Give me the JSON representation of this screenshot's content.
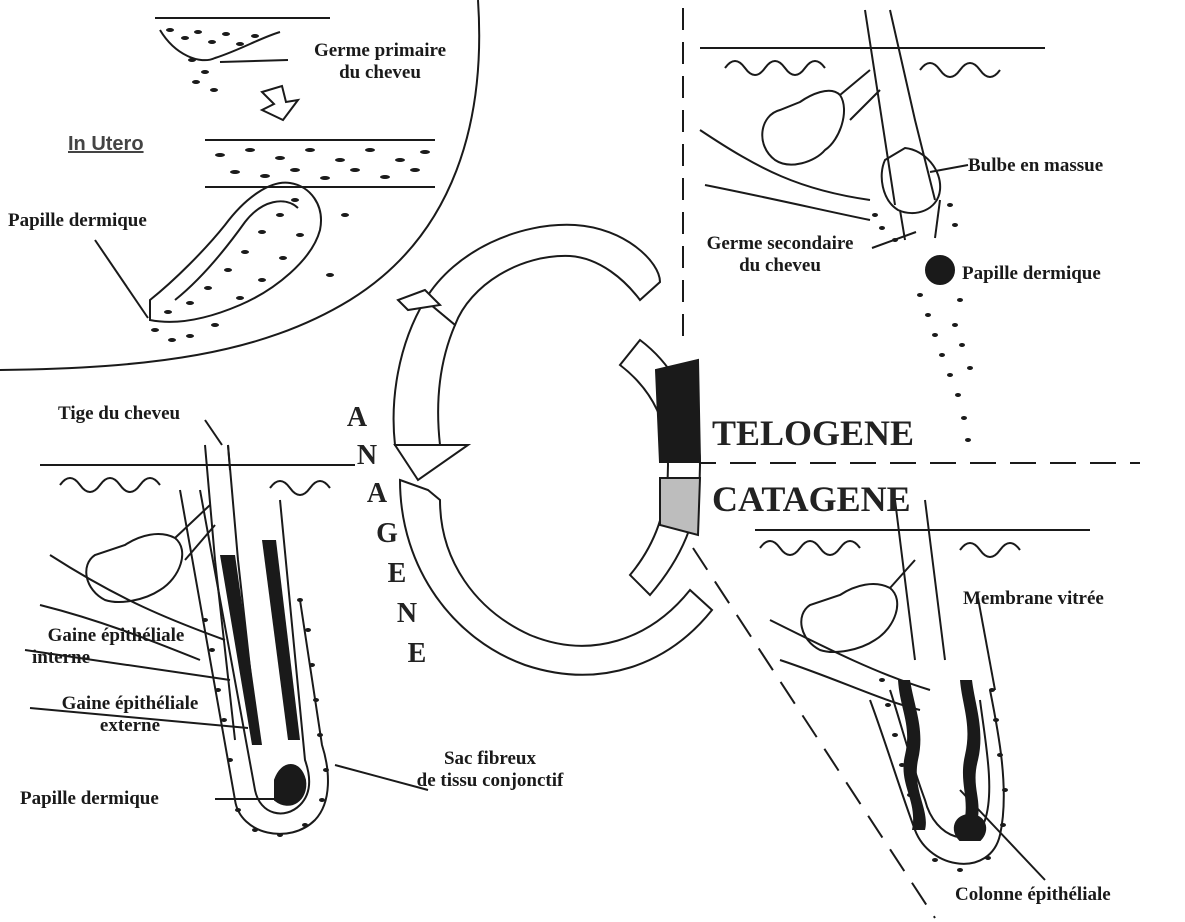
{
  "labels": {
    "germe_primaire_1": "Germe primaire",
    "germe_primaire_2": "du cheveu",
    "in_utero": "In Utero",
    "papille_top": "Papille dermique",
    "bulbe": "Bulbe en massue",
    "germe_secondaire_1": "Germe secondaire",
    "germe_secondaire_2": "du cheveu",
    "papille_telogen": "Papille dermique",
    "tige": "Tige du cheveu",
    "gaine_interne_1": "Gaine épithéliale",
    "gaine_interne_2": "interne",
    "gaine_externe_1": "Gaine épithéliale",
    "gaine_externe_2": "externe",
    "papille_anagen": "Papille dermique",
    "sac_1": "Sac fibreux",
    "sac_2": "de tissu conjonctif",
    "membrane": "Membrane vitrée",
    "colonne": "Colonne épithéliale"
  },
  "phases": {
    "telogene": "TELOGENE",
    "catagene": "CATAGENE",
    "anagene": [
      "A",
      "N",
      "A",
      "G",
      "E",
      "N",
      "E"
    ]
  },
  "colors": {
    "ink": "#1a1a1a",
    "catagen_fill": "#bdbdbd"
  }
}
